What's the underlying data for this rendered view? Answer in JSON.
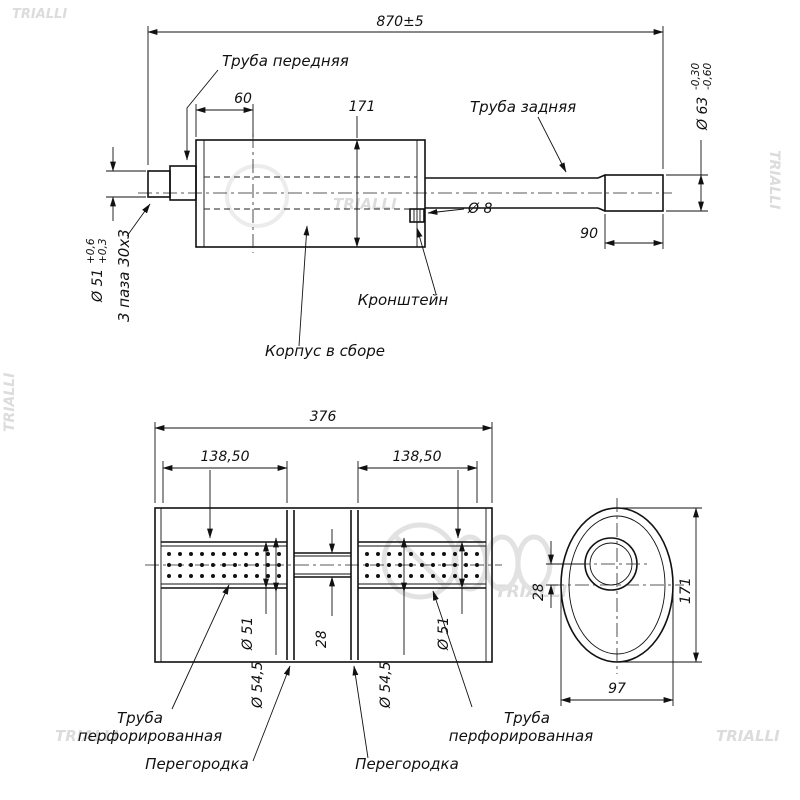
{
  "watermark": {
    "brand": "TRIALLI"
  },
  "side_view": {
    "dim_overall": "870±5",
    "front_pipe_label": "Труба передняя",
    "dim_60": "60",
    "dim_height": "171",
    "rear_pipe_label": "Труба задняя",
    "rear_dia": "Ø 63",
    "rear_dia_tol_top": "-0,30",
    "rear_dia_tol_bottom": "-0,60",
    "front_dia": "Ø 51",
    "front_dia_tol_top": "+0,6",
    "front_dia_tol_bottom": "+0,3",
    "slots_label": "3 паза 30x3",
    "hole_dia": "Ø 8",
    "dim_tip": "90",
    "bracket_label": "Кронштейн",
    "body_label": "Корпус в сборе"
  },
  "section_view": {
    "dim_overall": "376",
    "dim_perf_left": "138,50",
    "dim_perf_right": "138,50",
    "pipe_dia_left": "Ø 51",
    "pipe_dia_right": "Ø 51",
    "dim_center_pipe": "28",
    "baffle_dia_left": "Ø 54,5",
    "baffle_dia_right": "Ø 54,5",
    "perf_pipe_label_left_1": "Труба",
    "perf_pipe_label_left_2": "перфорированная",
    "perf_pipe_label_right_1": "Труба",
    "perf_pipe_label_right_2": "перфорированная",
    "baffle_label_left": "Перегородка",
    "baffle_label_right": "Перегородка"
  },
  "end_view": {
    "dim_offset": "28",
    "dim_height": "171",
    "dim_width": "97"
  }
}
